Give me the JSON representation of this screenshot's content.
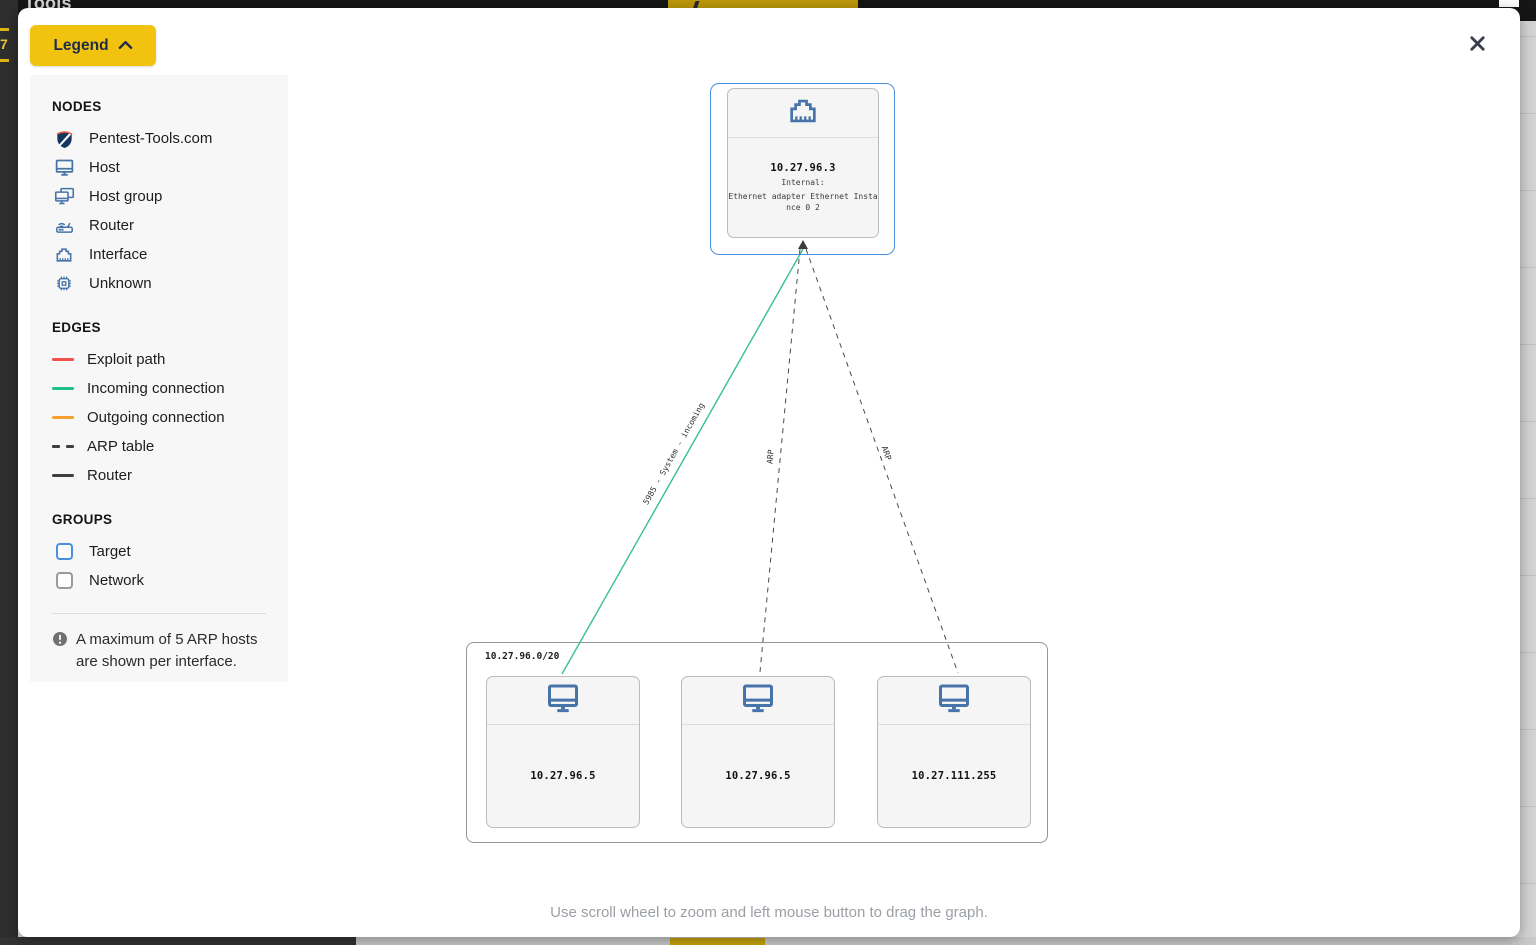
{
  "chrome": {
    "top_bar_title": "Tools"
  },
  "modal": {
    "legend_button_label": "Legend",
    "close_icon": "close-x",
    "legend": {
      "nodes": {
        "heading": "NODES",
        "items": [
          {
            "icon": "pentest-tools-shield-icon",
            "label": "Pentest-Tools.com"
          },
          {
            "icon": "host-icon",
            "label": "Host"
          },
          {
            "icon": "host-group-icon",
            "label": "Host group"
          },
          {
            "icon": "router-icon",
            "label": "Router"
          },
          {
            "icon": "interface-icon",
            "label": "Interface"
          },
          {
            "icon": "unknown-chip-icon",
            "label": "Unknown"
          }
        ]
      },
      "edges": {
        "heading": "EDGES",
        "items": [
          {
            "label": "Exploit path",
            "color": "#f1524e",
            "style": "solid"
          },
          {
            "label": "Incoming connection",
            "color": "#1fc08a",
            "style": "solid"
          },
          {
            "label": "Outgoing connection",
            "color": "#f59f2e",
            "style": "solid"
          },
          {
            "label": "ARP table",
            "color": "#3f3f3f",
            "style": "dashed"
          },
          {
            "label": "Router",
            "color": "#3f3f3f",
            "style": "solid"
          }
        ]
      },
      "groups": {
        "heading": "GROUPS",
        "items": [
          {
            "label": "Target",
            "color": "#4a90e2"
          },
          {
            "label": "Network",
            "color": "#9a9a9a"
          }
        ]
      },
      "note": "A maximum of 5 ARP hosts are shown per interface."
    },
    "graph": {
      "interface_node": {
        "ip": "10.27.96.3",
        "detail_heading": "Internal:",
        "detail_text": "Ethernet adapter Ethernet Instance 0 2"
      },
      "network_group": {
        "label": "10.27.96.0/20",
        "hosts": [
          {
            "ip": "10.27.96.5"
          },
          {
            "ip": "10.27.96.5"
          },
          {
            "ip": "10.27.111.255"
          }
        ]
      },
      "edges": [
        {
          "type": "incoming-connection",
          "label": "5985 - System - incoming"
        },
        {
          "type": "arp",
          "label": "ARP"
        },
        {
          "type": "arp",
          "label": "ARP"
        }
      ]
    },
    "footer_hint": "Use scroll wheel to zoom and left mouse button to drag the graph."
  },
  "colors": {
    "accent_yellow": "#f2c30e",
    "node_icon_blue": "#4673a8",
    "target_border_blue": "#4a90e2",
    "network_border_gray": "#90959a",
    "incoming_green": "#1fc08a",
    "exploit_red": "#f1524e",
    "outgoing_orange": "#f59f2e"
  }
}
